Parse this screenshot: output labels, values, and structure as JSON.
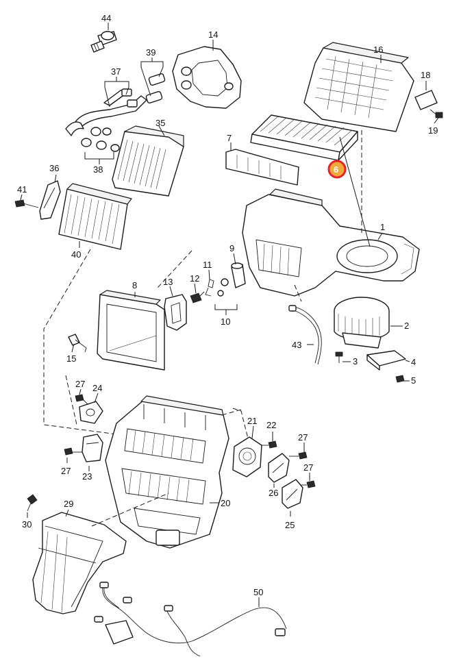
{
  "callouts": {
    "c1": "1",
    "c2": "2",
    "c3": "3",
    "c4": "4",
    "c5": "5",
    "c6": "6",
    "c7": "7",
    "c8": "8",
    "c9": "9",
    "c10": "10",
    "c11": "11",
    "c12": "12",
    "c13": "13",
    "c14": "14",
    "c15": "15",
    "c16": "16",
    "c18": "18",
    "c19": "19",
    "c20": "20",
    "c21": "21",
    "c22": "22",
    "c23": "23",
    "c24": "24",
    "c25": "25",
    "c26": "26",
    "c27a": "27",
    "c27b": "27",
    "c27c": "27",
    "c27d": "27",
    "c29": "29",
    "c30": "30",
    "c35": "35",
    "c36": "36",
    "c37": "37",
    "c38": "38",
    "c39": "39",
    "c40": "40",
    "c41": "41",
    "c43": "43",
    "c44": "44",
    "c50": "50"
  },
  "highlight": {
    "part": "6",
    "ring_color": "#e3242b",
    "fill_color": "#f2a93b"
  }
}
